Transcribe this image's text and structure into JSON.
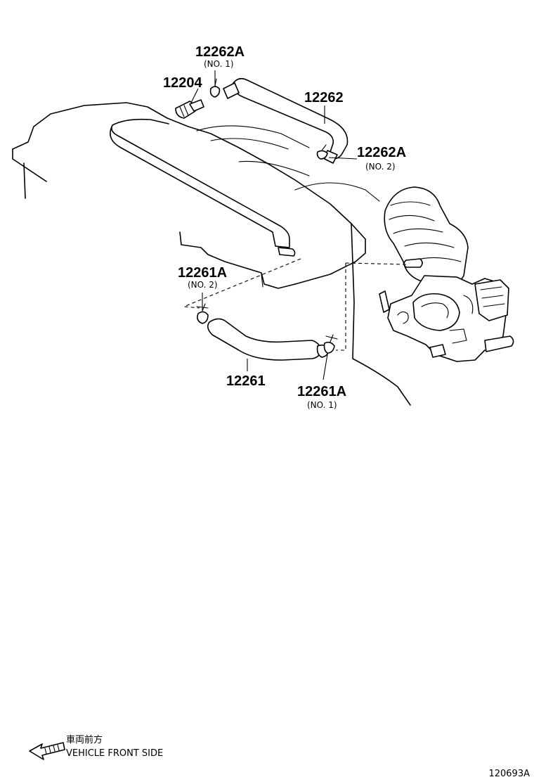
{
  "callouts": [
    {
      "number": "12262A",
      "sub": "(NO. 1)"
    },
    {
      "number": "12204",
      "sub": ""
    },
    {
      "number": "12262",
      "sub": ""
    },
    {
      "number": "12262A",
      "sub": "(NO. 2)"
    },
    {
      "number": "12261A",
      "sub": "(NO. 2)"
    },
    {
      "number": "12261",
      "sub": ""
    },
    {
      "number": "12261A",
      "sub": "(NO. 1)"
    }
  ],
  "legend": {
    "japanese": "車両前方",
    "english": "VEHICLE FRONT SIDE"
  },
  "figure_code": "120693A"
}
